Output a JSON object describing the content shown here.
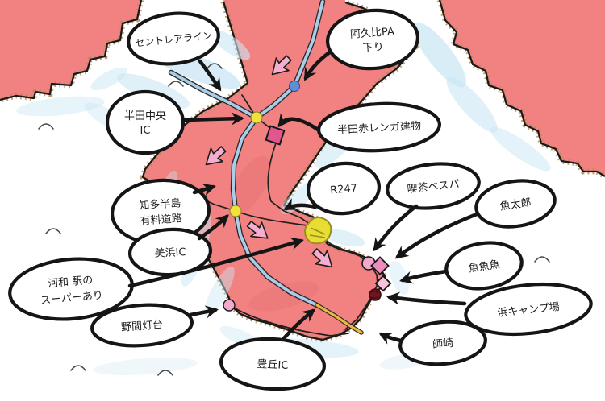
{
  "colors": {
    "sea": "#ffffff",
    "land": "#f28181",
    "land_shade": "#d85f5f",
    "coast_hatch": "#b9895a",
    "water_wash": "#c9e6f3",
    "expressway_blue": "#aacdea",
    "road_orange": "#eab73f",
    "pink_arrow": "#f4aed0"
  },
  "bubbles": {
    "centrair": {
      "label": "セントレアライン"
    },
    "agui_pa": {
      "line1": "阿久比PA",
      "line2": "下り"
    },
    "handa_chuo": {
      "line1": "半田中央",
      "line2": "IC"
    },
    "akarenga": {
      "label": "半田赤レンガ建物"
    },
    "r247": {
      "label": "R247"
    },
    "vespa": {
      "label": "喫茶ベスパ"
    },
    "uotaro": {
      "label": "魚太郎"
    },
    "gyogyogyo": {
      "label": "魚魚魚"
    },
    "hama_camp": {
      "label": "浜キャンプ場"
    },
    "morozaki": {
      "label": "師崎"
    },
    "chita_toll": {
      "line1": "知多半島",
      "line2": "有料道路"
    },
    "mihama": {
      "label": "美浜IC"
    },
    "kowa": {
      "line1": "河和 駅の",
      "line2": "スーパーあり"
    },
    "noma": {
      "label": "野間灯台"
    },
    "toyooka": {
      "label": "豊丘IC"
    }
  },
  "markers": [
    {
      "name": "agui-pa-dot",
      "color": "#5f8fd6"
    },
    {
      "name": "handa-chuo-ic-dot",
      "color": "#f0e23a"
    },
    {
      "name": "mihama-ic-dot",
      "color": "#f0e23a"
    },
    {
      "name": "akarenga-square",
      "color": "#e2568f"
    },
    {
      "name": "kowa-highlight",
      "color": "#e8dd33"
    },
    {
      "name": "vespa-dot",
      "color": "#f2a9cc"
    },
    {
      "name": "uotaro-diamond",
      "color": "#ef8cbe"
    },
    {
      "name": "gyogyogyo-diamond",
      "color": "#f6c3da"
    },
    {
      "name": "hama-camp-dot",
      "color": "#6e1522"
    },
    {
      "name": "noma-lighthouse-dot",
      "color": "#f2a9cc"
    }
  ]
}
